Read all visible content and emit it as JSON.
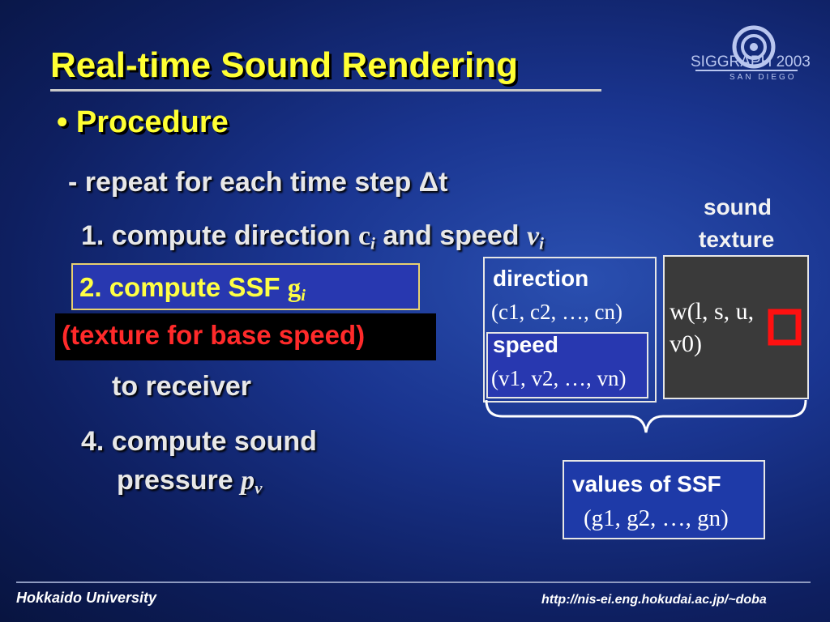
{
  "slide": {
    "title": "Real-time Sound Rendering",
    "logo_text": "SIGGRAPH 2003",
    "logo_sub": "SAN DIEGO",
    "heading": "• Procedure",
    "repeat_line": "- repeat for each time step Δt",
    "step1_text": "1. compute direction ",
    "step1_ci": "c",
    "step1_ci_sub": "i",
    "step1_and": " and speed ",
    "step1_vi": "v",
    "step1_vi_sub": "i",
    "step2_text": "2. compute SSF ",
    "step2_g": "g",
    "step2_g_sub": "i",
    "overlay": "(texture for base speed)",
    "step3_tail": "i",
    "step3_line2": "to receiver",
    "step4_line1": "4. compute sound",
    "step4_line2": "pressure ",
    "step4_p": "p",
    "step4_p_sub": "v",
    "sound_texture_1": "sound",
    "sound_texture_2": "texture",
    "direction_label": "direction",
    "direction_values": "(c1, c2, …, cn)",
    "speed_label": "speed",
    "speed_values": "(v1, v2, …, vn)",
    "texture_formula_1": "w(l, s, u,",
    "texture_formula_2": "v0)",
    "ssf_label": "values of SSF",
    "ssf_values": "(g1, g2, …, gn)",
    "footer_left": "Hokkaido University",
    "footer_right": "http://nis-ei.eng.hokudai.ac.jp/~doba"
  },
  "colors": {
    "title": "#ffff33",
    "highlight_box": "#2838b0",
    "overlay_text": "#ff2a2a",
    "texture_box": "#3a3a3a"
  }
}
